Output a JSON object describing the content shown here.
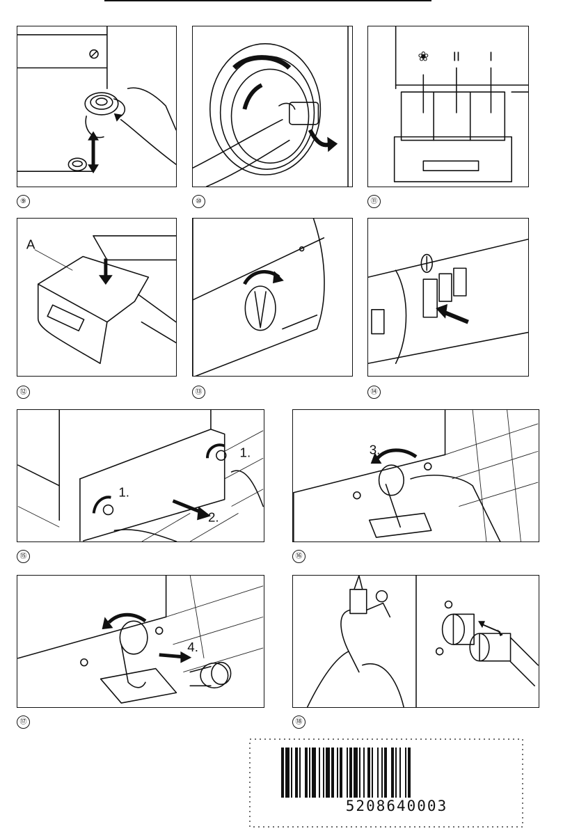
{
  "figures": [
    {
      "id": "9",
      "number_label": "⑨"
    },
    {
      "id": "10",
      "number_label": "⑩"
    },
    {
      "id": "11",
      "number_label": "⑪",
      "drawer_labels": [
        "❀",
        "II",
        "I"
      ]
    },
    {
      "id": "12",
      "number_label": "⑫",
      "callout": "A"
    },
    {
      "id": "13",
      "number_label": "⑬"
    },
    {
      "id": "14",
      "number_label": "⑭"
    },
    {
      "id": "15",
      "number_label": "⑮",
      "steps": [
        "1.",
        "1.",
        "2."
      ]
    },
    {
      "id": "16",
      "number_label": "⑯",
      "steps": [
        "3."
      ]
    },
    {
      "id": "17",
      "number_label": "⑰",
      "steps": [
        "4."
      ]
    },
    {
      "id": "18",
      "number_label": "⑱"
    }
  ],
  "barcode": {
    "number": "5208640003"
  }
}
